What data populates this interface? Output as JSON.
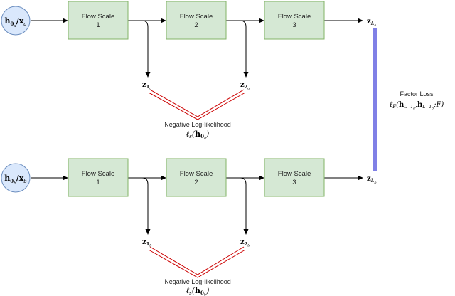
{
  "top": {
    "input": {
      "main": "h",
      "sub": "0",
      "subsub": "a",
      "sep": "/",
      "main2": "x",
      "sub2": "a"
    },
    "blocks": [
      {
        "line1": "Flow Scale",
        "line2": "1"
      },
      {
        "line1": "Flow Scale",
        "line2": "2"
      },
      {
        "line1": "Flow Scale",
        "line2": "3"
      }
    ],
    "z_out": {
      "main": "z",
      "sub": "L",
      "subsub": "a"
    },
    "z1": {
      "main": "z",
      "sub": "1",
      "subsub": "a"
    },
    "z2": {
      "main": "z",
      "sub": "2",
      "subsub": "a"
    },
    "nll_label": "Negative Log-likelihood",
    "nll_formula": {
      "l": "ℓ",
      "ls": "s",
      "open": "(",
      "h": "h",
      "hs": "0",
      "hss": "a",
      "close": ")"
    }
  },
  "bottom": {
    "input": {
      "main": "h",
      "sub": "0",
      "subsub": "b",
      "sep": "/",
      "main2": "x",
      "sub2": "b"
    },
    "blocks": [
      {
        "line1": "Flow Scale",
        "line2": "1"
      },
      {
        "line1": "Flow Scale",
        "line2": "2"
      },
      {
        "line1": "Flow Scale",
        "line2": "3"
      }
    ],
    "z_out": {
      "main": "z",
      "sub": "L",
      "subsub": "b"
    },
    "z1": {
      "main": "z",
      "sub": "1",
      "subsub": "b"
    },
    "z2": {
      "main": "z",
      "sub": "2",
      "subsub": "b"
    },
    "nll_label": "Negative Log-likelihood",
    "nll_formula": {
      "l": "ℓ",
      "ls": "s",
      "open": "(",
      "h": "h",
      "hs": "0",
      "hss": "b",
      "close": ")"
    }
  },
  "factor": {
    "label": "Factor Loss",
    "formula": {
      "l": "ℓ",
      "ls": "F",
      "open": "(",
      "h1": "h",
      "h1sub": "L−1",
      "h1subsub": "a",
      "comma": ",",
      "h2": "h",
      "h2sub": "L−1",
      "h2subsub": "b",
      "sep": ";",
      "F": "F",
      "close": ")"
    }
  },
  "colors": {
    "block_fill": "#d5e8d4",
    "block_stroke": "#82b366",
    "node_fill": "#dae8fc",
    "node_stroke": "#6c8ebf",
    "nll_line": "#cc0000",
    "factor_line": "#0000cc"
  }
}
